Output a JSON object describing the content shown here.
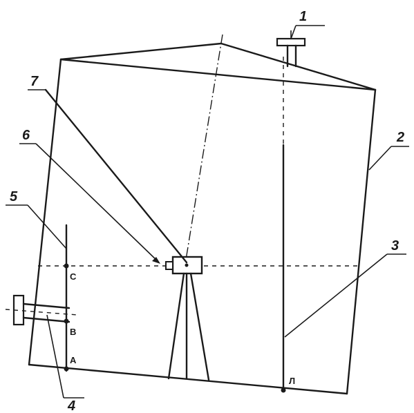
{
  "callouts": {
    "c1": "1",
    "c2": "2",
    "c3": "3",
    "c4": "4",
    "c5": "5",
    "c6": "6",
    "c7": "7"
  },
  "points": {
    "a": "A",
    "b": "B",
    "c": "C",
    "l": "Л"
  }
}
